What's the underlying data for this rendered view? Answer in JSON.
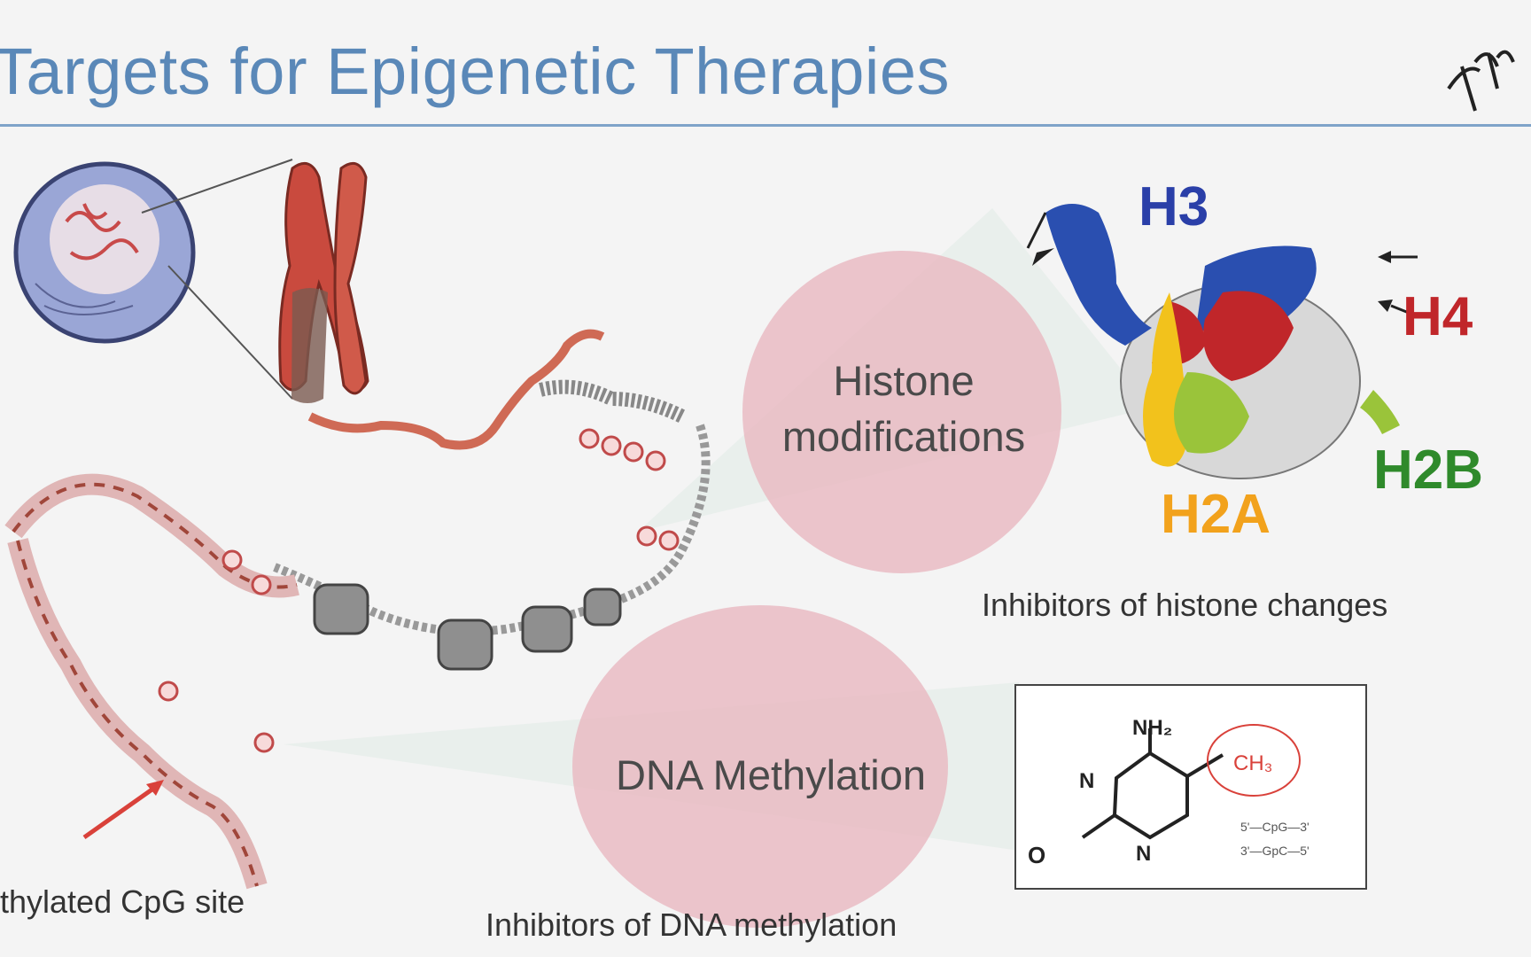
{
  "slide": {
    "title": "Targets for Epigenetic Therapies"
  },
  "bubbles": {
    "histone_line1": "Histone",
    "histone_line2": "modifications",
    "dna": "DNA Methylation"
  },
  "histone_labels": {
    "h3": "H3",
    "h4": "H4",
    "h2a": "H2A",
    "h2b": "H2B"
  },
  "captions": {
    "histone": "Inhibitors of histone changes",
    "dna": "Inhibitors of DNA methylation",
    "cpg": "thylated CpG site"
  },
  "chemistry": {
    "nh2": "NH₂",
    "n1": "N",
    "n2": "N",
    "o": "O",
    "ch3": "CH₃",
    "seq1": "5'—CpG—3'",
    "seq2": "3'—GpC—5'"
  },
  "colors": {
    "title": "#5a88b8",
    "bubble": "#e8b4bd",
    "h3": "#2a3fa8",
    "h4": "#c0262a",
    "h2a": "#f2a21c",
    "h2b": "#2f8a2b",
    "chromosome": "#c94a3e"
  }
}
